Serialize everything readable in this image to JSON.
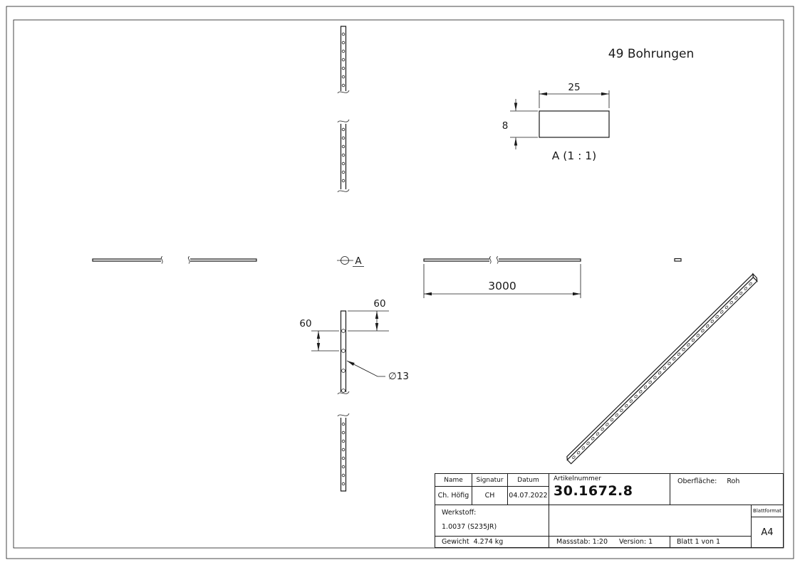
{
  "drawing": {
    "note_holes": "49 Bohrungen",
    "detail_view_label": "A (1 : 1)",
    "detail_marker": "A",
    "dim_length": "3000",
    "dim_width": "25",
    "dim_thickness": "8",
    "dim_spacing_end": "60",
    "dim_spacing": "60",
    "dim_hole_diameter": "∅13"
  },
  "title_block": {
    "name_label": "Name",
    "signature_label": "Signatur",
    "date_label": "Datum",
    "article_label": "Artikelnummer",
    "article_number": "30.1672.8",
    "surface_label": "Oberfläche:",
    "surface_value": "Roh",
    "name_value": "Ch. Höfig",
    "signature_value": "CH",
    "date_value": "04.07.2022",
    "material_label": "Werkstoff:",
    "material_value": "1.0037 (S235JR)",
    "weight_label": "Gewicht",
    "weight_value": "4.274 kg",
    "scale": "Massstab: 1:20",
    "version": "Version: 1",
    "sheet": "Blatt 1 von 1",
    "format_label": "Blattformat",
    "format_value": "A4"
  },
  "colors": {
    "line": "#1a1a1a",
    "paper": "#ffffff"
  }
}
